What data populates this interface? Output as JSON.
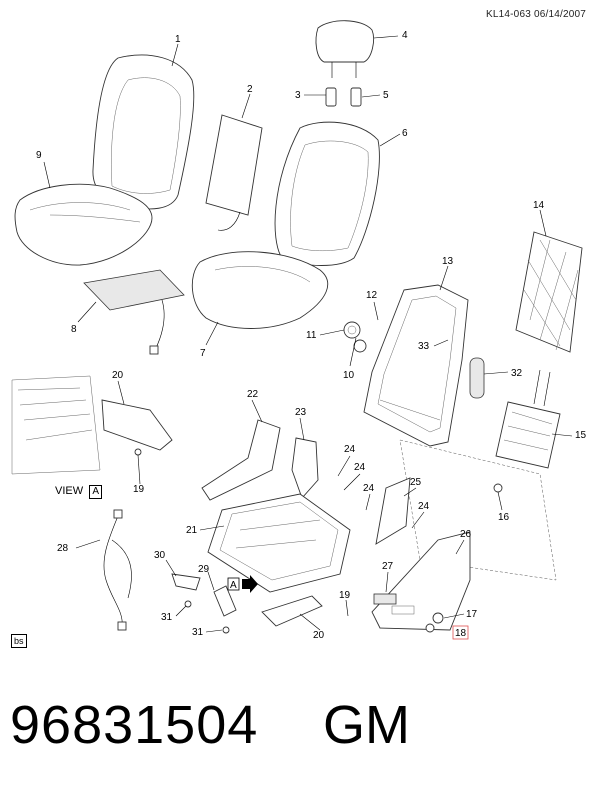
{
  "header": {
    "code": "KL14-063  06/14/2007"
  },
  "footer": {
    "part_number": "96831504",
    "brand": "GM"
  },
  "view_label": {
    "text": "VIEW",
    "letter": "A"
  },
  "arrow_label": "A",
  "corner_tag": "bs",
  "callouts": [
    "1",
    "2",
    "3",
    "4",
    "5",
    "6",
    "7",
    "8",
    "9",
    "10",
    "11",
    "12",
    "13",
    "14",
    "15",
    "16",
    "17",
    "18",
    "19",
    "19",
    "20",
    "20",
    "21",
    "22",
    "23",
    "24",
    "24",
    "24",
    "24",
    "25",
    "26",
    "27",
    "28",
    "29",
    "30",
    "31",
    "31",
    "32",
    "33"
  ],
  "highlight_callout": "18",
  "colors": {
    "highlight": "#e05050",
    "ink": "#000000"
  }
}
